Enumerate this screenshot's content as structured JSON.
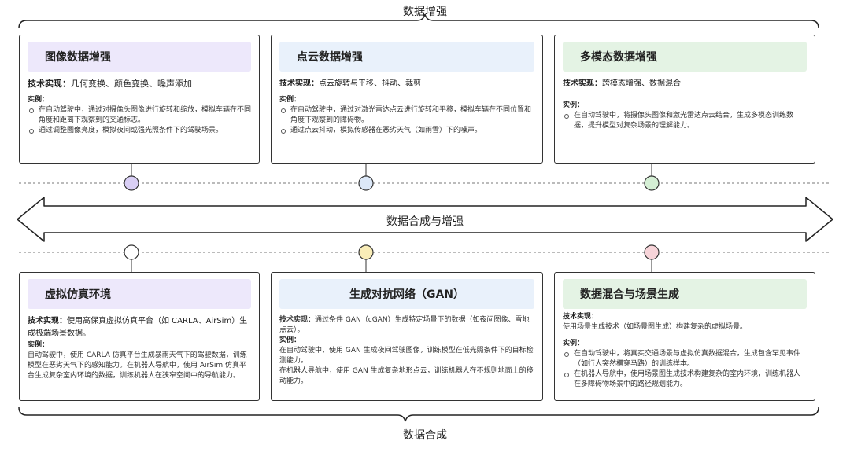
{
  "top_label": "数据增强",
  "bottom_label": "数据合成",
  "arrow_label": "数据合成与增强",
  "colors": {
    "purple_head": "#ede8fb",
    "blue_head": "#e9f1fb",
    "green_head": "#e4f3e4",
    "node_purple": "#d9cff5",
    "node_blue": "#dce8f8",
    "node_green": "#d5efd5",
    "node_yellow": "#f9edb8",
    "node_pink": "#f7d4d9"
  },
  "top_cards": [
    {
      "title": "图像数据增强",
      "tech_label": "技术实现：",
      "tech_text": "几何变换、颜色变换、噪声添加",
      "example_label": "实例：",
      "examples": [
        "在自动驾驶中，通过对摄像头图像进行旋转和缩放，模拟车辆在不同角度和距离下观察到的交通标志。",
        "通过调整图像亮度，模拟夜间或强光照条件下的驾驶场景。"
      ]
    },
    {
      "title": "点云数据增强",
      "tech_label": "技术实现：",
      "tech_text": "点云旋转与平移、抖动、裁剪",
      "example_label": "实例：",
      "examples": [
        "在自动驾驶中，通过对激光雷达点云进行旋转和平移，模拟车辆在不同位置和角度下观察到的障碍物。",
        "通过点云抖动，模拟传感器在恶劣天气（如雨雪）下的噪声。"
      ]
    },
    {
      "title": "多模态数据增强",
      "tech_label": "技术实现：",
      "tech_text": "跨模态增强、数据混合",
      "example_label": "实例：",
      "examples": [
        "在自动驾驶中，将摄像头图像和激光雷达点云结合，生成多模态训练数据，提升模型对复杂场景的理解能力。"
      ]
    }
  ],
  "bottom_cards": [
    {
      "title": "虚拟仿真环境",
      "tech_label": "技术实现：",
      "tech_text": "使用高保真虚拟仿真平台（如 CARLA、AirSim）生成极端场景数据。",
      "example_label": "实例：",
      "example_text": "自动驾驶中，使用 CARLA 仿真平台生成暴雨天气下的驾驶数据，训练模型在恶劣天气下的感知能力。在机器人导航中，使用 AirSim 仿真平台生成复杂室内环境的数据，训练机器人在狭窄空间中的导航能力。"
    },
    {
      "title": "生成对抗网络（GAN）",
      "tech_label": "技术实现：",
      "tech_text": "通过条件 GAN（cGAN）生成特定场景下的数据（如夜间图像、雪地点云）。",
      "example_label": "实例：",
      "example_lines": [
        "在自动驾驶中，使用 GAN 生成夜间驾驶图像，训练模型在低光照条件下的目标检测能力。",
        "在机器人导航中，使用 GAN 生成复杂地形点云，训练机器人在不规则地面上的移动能力。"
      ]
    },
    {
      "title": "数据混合与场景生成",
      "tech_label": "技术实现：",
      "tech_text": "使用场景生成技术（如场景图生成）构建复杂的虚拟场景。",
      "example_label": "实例：",
      "examples": [
        "在自动驾驶中，将真实交通场景与虚拟仿真数据混合，生成包含罕见事件（如行人突然横穿马路）的训练样本。",
        "在机器人导航中，使用场景图生成技术构建复杂的室内环境，训练机器人在多障碍物场景中的路径规划能力。"
      ]
    }
  ]
}
